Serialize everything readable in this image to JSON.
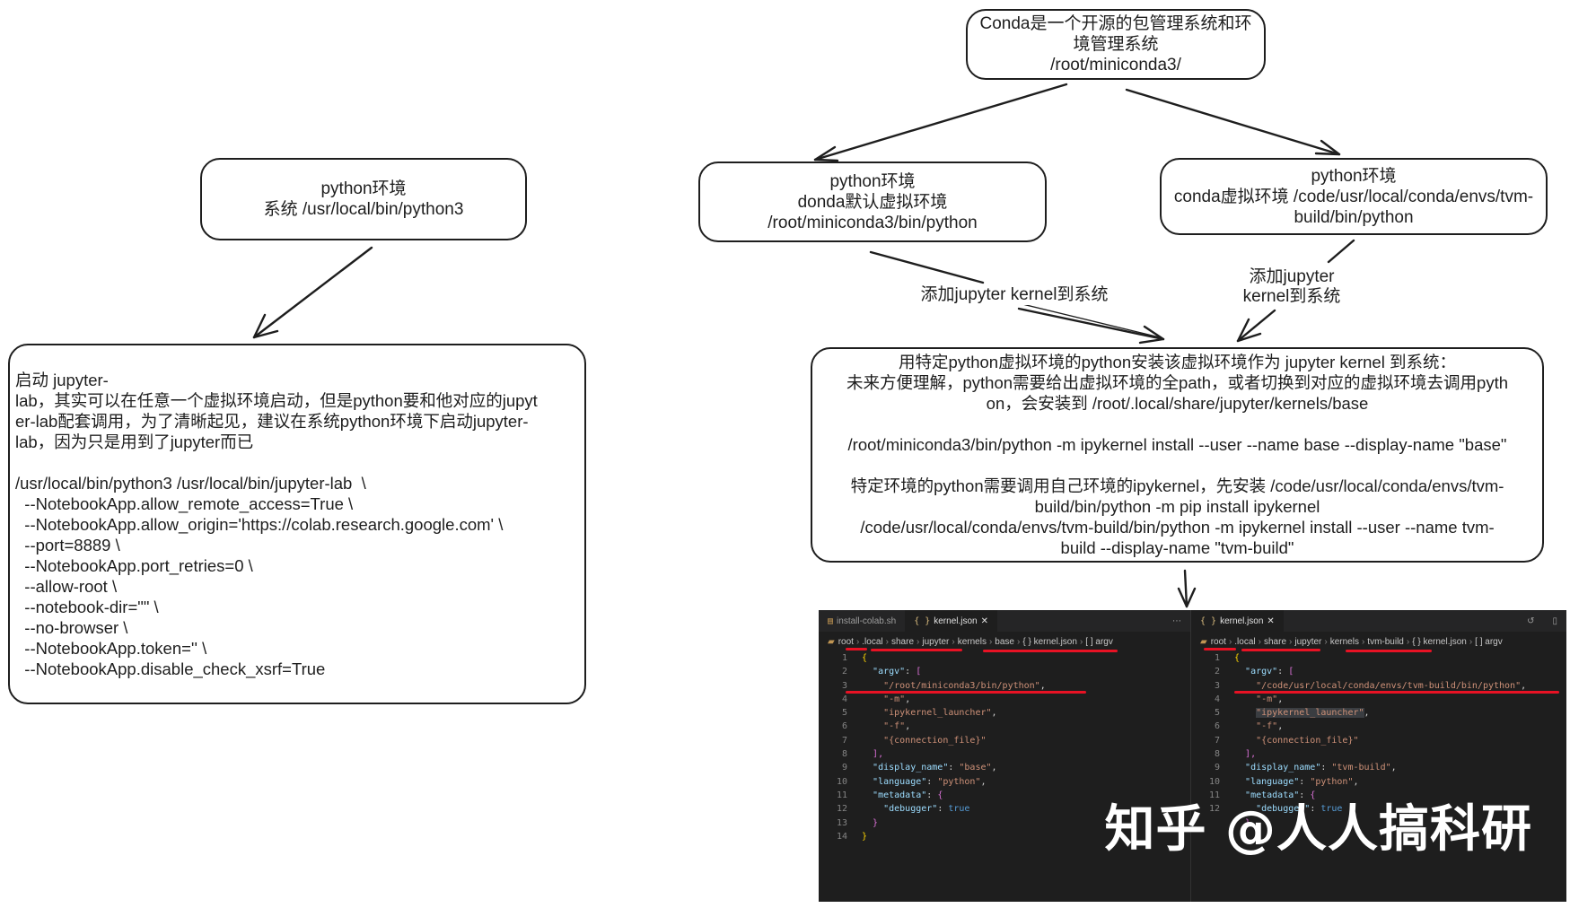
{
  "nodes": {
    "conda": {
      "lines": [
        "Conda是一个开源的包管理系统和环",
        "境管理系统",
        "/root/miniconda3/"
      ]
    },
    "system_python": {
      "lines": [
        "python环境",
        "系统 /usr/local/bin/python3"
      ]
    },
    "conda_default": {
      "lines": [
        "python环境",
        "donda默认虚拟环境",
        "/root/miniconda3/bin/python"
      ]
    },
    "conda_virtual": {
      "lines": [
        "python环境",
        "conda虚拟环境 /code/usr/local/conda/envs/tvm-",
        "build/bin/python"
      ]
    },
    "jupyter_start": {
      "lines": [
        "启动 jupyter-",
        "lab，其实可以在任意一个虚拟环境启动，但是python要和他对应的jupyt",
        "er-lab配套调用，为了清晰起见，建议在系统python环境下启动jupyter-",
        "lab，因为只是用到了jupyter而已",
        "",
        "/usr/local/bin/python3 /usr/local/bin/jupyter-lab  \\",
        "  --NotebookApp.allow_remote_access=True \\",
        "  --NotebookApp.allow_origin='https://colab.research.google.com' \\",
        "  --port=8889 \\",
        "  --NotebookApp.port_retries=0 \\",
        "  --allow-root \\",
        "  --notebook-dir=\"\" \\",
        "  --no-browser \\",
        "  --NotebookApp.token='' \\",
        "  --NotebookApp.disable_check_xsrf=True"
      ]
    },
    "kernel_install": {
      "lines": [
        "用特定python虚拟环境的python安装该虚拟环境作为 jupyter kernel 到系统：",
        "未来方便理解，python需要给出虚拟环境的全path，或者切换到对应的虚拟环境去调用pyth",
        "on，会安装到 /root/.local/share/jupyter/kernels/base",
        "",
        "/root/miniconda3/bin/python -m ipykernel install --user --name base --display-name \"base\"",
        "",
        "特定环境的python需要调用自己环境的ipykernel，先安装 /code/usr/local/conda/envs/tvm-",
        "build/bin/python -m pip install ipykernel",
        "/code/usr/local/conda/envs/tvm-build/bin/python  -m ipykernel install --user --name tvm-",
        "build --display-name \"tvm-build\""
      ]
    }
  },
  "edge_labels": {
    "add_kernel_left": [
      "添加jupyter kernel到系统"
    ],
    "add_kernel_right": [
      "添加jupyter",
      "kernel到系统"
    ]
  },
  "editor_left": {
    "tabs": [
      "install-colab.sh",
      "kernel.json"
    ],
    "active_tab": "kernel.json",
    "menu_icon": "⋯",
    "crumbs": [
      "root",
      ".local",
      "share",
      "jupyter",
      "kernels",
      "base",
      "{ } kernel.json",
      "[ ] argv"
    ],
    "line_numbers": [
      "1",
      "2",
      "3",
      "4",
      "5",
      "6",
      "7",
      "8",
      "9",
      "10",
      "11",
      "12",
      "13",
      "14"
    ],
    "display_name": "\"base\"",
    "argv0": "\"/root/miniconda3/bin/python\""
  },
  "editor_right": {
    "tabs": [
      "kernel.json"
    ],
    "active_tab": "kernel.json",
    "crumbs": [
      "root",
      ".local",
      "share",
      "jupyter",
      "kernels",
      "tvm-build",
      "{ } kernel.json",
      "[ ] argv"
    ],
    "line_numbers": [
      "1",
      "2",
      "3",
      "4",
      "5",
      "6",
      "7",
      "8",
      "9",
      "10",
      "11",
      "12"
    ],
    "display_name": "\"tvm-build\"",
    "argv0": "\"/code/usr/local/conda/envs/tvm-build/bin/python\""
  },
  "code_tokens": {
    "open_brace": "{",
    "close_brace": "}",
    "argv_key": "\"argv\"",
    "m_flag": "\"-m\"",
    "launcher": "\"ipykernel_launcher\"",
    "f_flag": "\"-f\"",
    "conn_file": "\"{connection_file}\"",
    "display_key": "\"display_name\"",
    "language_key": "\"language\"",
    "language_val": "\"python\"",
    "metadata_key": "\"metadata\"",
    "debugger_key": "\"debugger\"",
    "true_val": "true"
  },
  "watermark": "知乎 @人人搞科研"
}
